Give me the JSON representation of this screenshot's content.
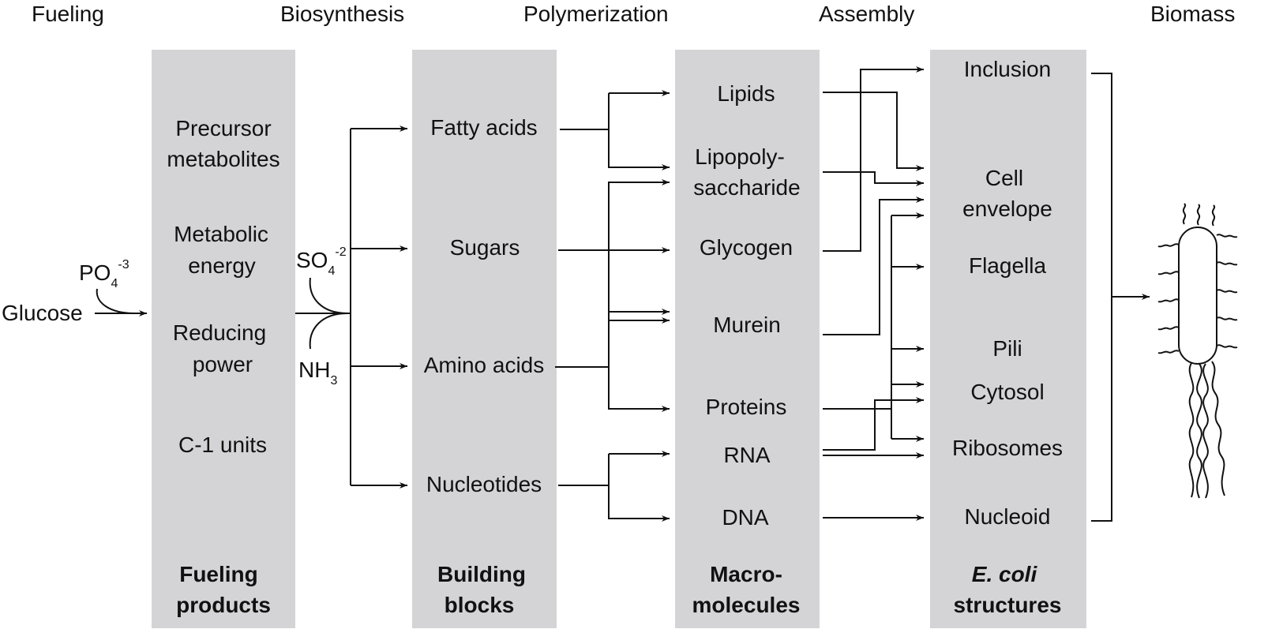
{
  "stages": [
    "Fueling",
    "Biosynthesis",
    "Polymerization",
    "Assembly",
    "Biomass"
  ],
  "inputs": {
    "glucose": "Glucose",
    "phosphate": {
      "base": "PO",
      "sub": "4",
      "sup": "-3"
    },
    "sulfate": {
      "base": "SO",
      "sub": "4",
      "sup": "-2"
    },
    "ammonia": {
      "base": "NH",
      "sub": "3"
    }
  },
  "fueling_products": {
    "items": [
      {
        "line1": "Precursor",
        "line2": "metabolites"
      },
      {
        "line1": "Metabolic",
        "line2": "energy"
      },
      {
        "line1": "Reducing",
        "line2": "power"
      },
      {
        "line1": "C-1 units",
        "line2": ""
      }
    ],
    "footer": {
      "line1": "Fueling",
      "line2": "products"
    }
  },
  "building_blocks": {
    "items": [
      "Fatty acids",
      "Sugars",
      "Amino acids",
      "Nucleotides"
    ],
    "footer": {
      "line1": "Building",
      "line2": "blocks"
    }
  },
  "macromolecules": {
    "items": [
      {
        "line1": "Lipids",
        "line2": ""
      },
      {
        "line1": "Lipopoly-",
        "line2": "saccharide"
      },
      {
        "line1": "Glycogen",
        "line2": ""
      },
      {
        "line1": "Murein",
        "line2": ""
      },
      {
        "line1": "Proteins",
        "line2": ""
      },
      {
        "line1": "RNA",
        "line2": ""
      },
      {
        "line1": "DNA",
        "line2": ""
      }
    ],
    "footer": {
      "line1": "Macro-",
      "line2": "molecules"
    }
  },
  "structures": {
    "items": [
      {
        "line1": "Inclusion",
        "line2": ""
      },
      {
        "line1": "Cell",
        "line2": "envelope"
      },
      {
        "line1": "Flagella",
        "line2": ""
      },
      {
        "line1": "Pili",
        "line2": ""
      },
      {
        "line1": "Cytosol",
        "line2": ""
      },
      {
        "line1": "Ribosomes",
        "line2": ""
      },
      {
        "line1": "Nucleoid",
        "line2": ""
      }
    ],
    "footer": {
      "line1": "E. coli",
      "line2": "structures"
    }
  },
  "colors": {
    "column_fill": "#d4d4d6",
    "line": "#111111"
  }
}
